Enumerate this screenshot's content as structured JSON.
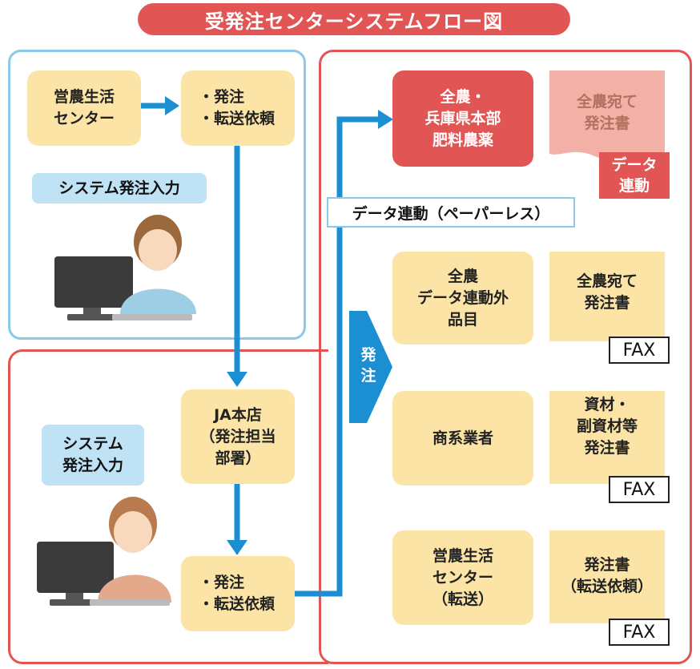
{
  "title": "受発注センターシステムフロー図",
  "top_section": {
    "center_box": "営農生活\nセンター",
    "order_box": "・発注\n・転送依頼",
    "input_label": "システム発注入力"
  },
  "bottom_section": {
    "ja_box": "JA本店\n（発注担当\n部署）",
    "order_box": "・発注\n・転送依頼",
    "input_label": "システム\n発注入力"
  },
  "right_section": {
    "zennoh_box": "全農・\n兵庫県本部\n肥料農薬",
    "zennoh_doc": "全農宛て\n発注書",
    "data_link_badge": "データ\n連動",
    "paperless_label": "データ連動（ペーパーレス）",
    "order_arrow_label": "発\n注",
    "rows": [
      {
        "box": "全農\nデータ連動外\n品目",
        "doc": "全農宛て\n発注書",
        "fax": "FAX"
      },
      {
        "box": "商系業者",
        "doc": "資材・\n副資材等\n発注書",
        "fax": "FAX"
      },
      {
        "box": "営農生活\nセンター\n（転送）",
        "doc": "発注書\n（転送依頼）",
        "fax": "FAX"
      }
    ]
  },
  "colors": {
    "blue_arrow": "#1b8fd1",
    "red_frame": "#e25555",
    "blue_frame": "#8cc8ea",
    "box_fill": "#fbe4a6",
    "red_box": "#e25555",
    "badge_fill": "#bfe3f5"
  }
}
